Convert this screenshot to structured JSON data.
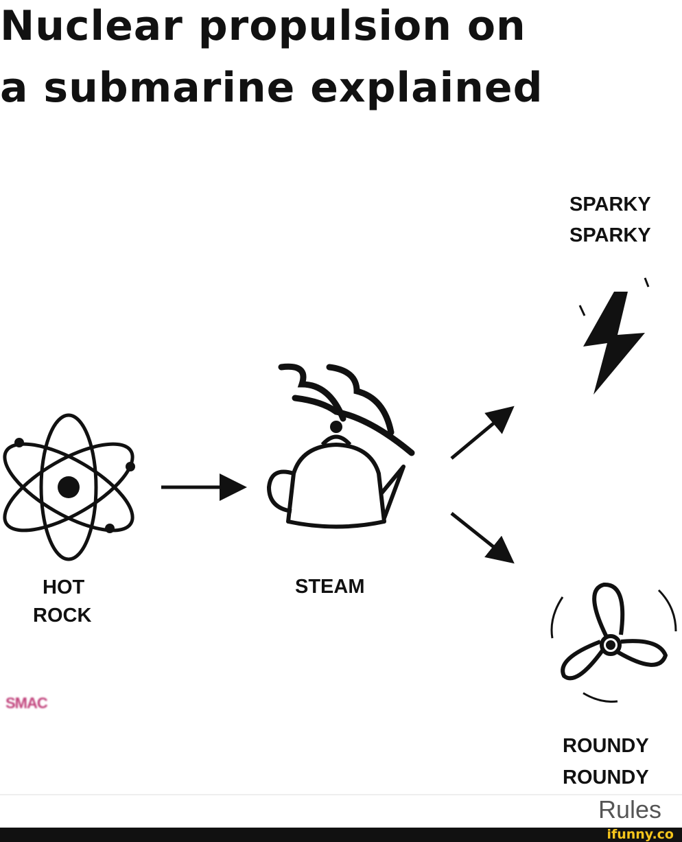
{
  "title": {
    "line1": "Nuclear propulsion on",
    "line2": "a submarine explained"
  },
  "diagram": {
    "nodes": [
      {
        "id": "atom",
        "icon": "atom-icon",
        "label_line1": "HOT",
        "label_line2": "ROCK"
      },
      {
        "id": "teapot",
        "icon": "teapot-icon",
        "label": "STEAM"
      },
      {
        "id": "lightning",
        "icon": "lightning-icon",
        "label_line1": "SPARKY",
        "label_line2": "SPARKY"
      },
      {
        "id": "propeller",
        "icon": "propeller-icon",
        "label_line1": "ROUNDY",
        "label_line2": "ROUNDY"
      }
    ],
    "edges": [
      {
        "from": "atom",
        "to": "teapot"
      },
      {
        "from": "teapot",
        "to": "lightning"
      },
      {
        "from": "teapot",
        "to": "propeller"
      }
    ]
  },
  "watermark": "SMAC",
  "footer": {
    "cut_off_text": "Rules",
    "brand": "ifunny.co",
    "brand_color": "#f5c51c"
  }
}
